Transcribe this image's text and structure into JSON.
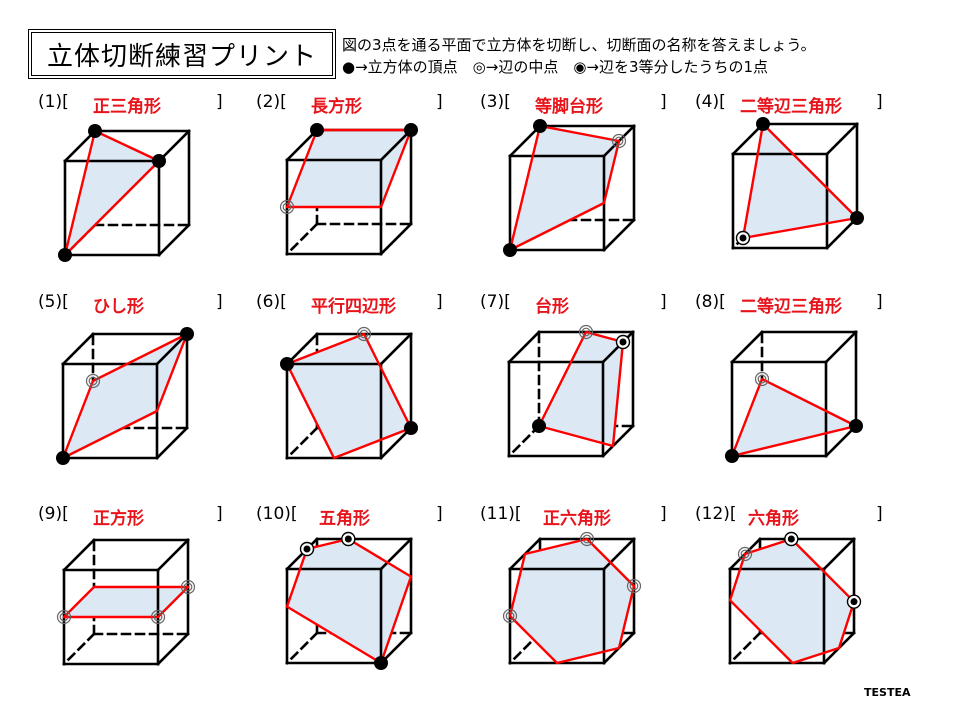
{
  "header": {
    "title": "立体切断練習プリント",
    "instruction": "図の3点を通る平面で立方体を切断し、切断面の名称を答えましょう。",
    "legend": "●→立方体の頂点　◎→辺の中点　◉→辺を3等分したうちの1点"
  },
  "problems": [
    {
      "number": "(1)[",
      "answer": "正三角形",
      "close": "]"
    },
    {
      "number": "(2)[",
      "answer": "長方形",
      "close": "]"
    },
    {
      "number": "(3)[",
      "answer": "等脚台形",
      "close": "]"
    },
    {
      "number": "(4)[",
      "answer": "二等辺三角形",
      "close": "]"
    },
    {
      "number": "(5)[",
      "answer": "ひし形",
      "close": "]"
    },
    {
      "number": "(6)[",
      "answer": "平行四辺形",
      "close": "]"
    },
    {
      "number": "(7)[",
      "answer": "台形",
      "close": "]"
    },
    {
      "number": "(8)[",
      "answer": "二等辺三角形",
      "close": "]"
    },
    {
      "number": "(9)[",
      "answer": "正方形",
      "close": "]"
    },
    {
      "number": "(10)[",
      "answer": "五角形",
      "close": "]"
    },
    {
      "number": "(11)[",
      "answer": "正六角形",
      "close": "]"
    },
    {
      "number": "(12)[",
      "answer": "六角形",
      "close": "]"
    }
  ],
  "footer": {
    "brand": "TESTEA"
  },
  "colors": {
    "answer": "#e8141b",
    "section_fill": "#dde8f5",
    "section_stroke": "#ff0000"
  }
}
